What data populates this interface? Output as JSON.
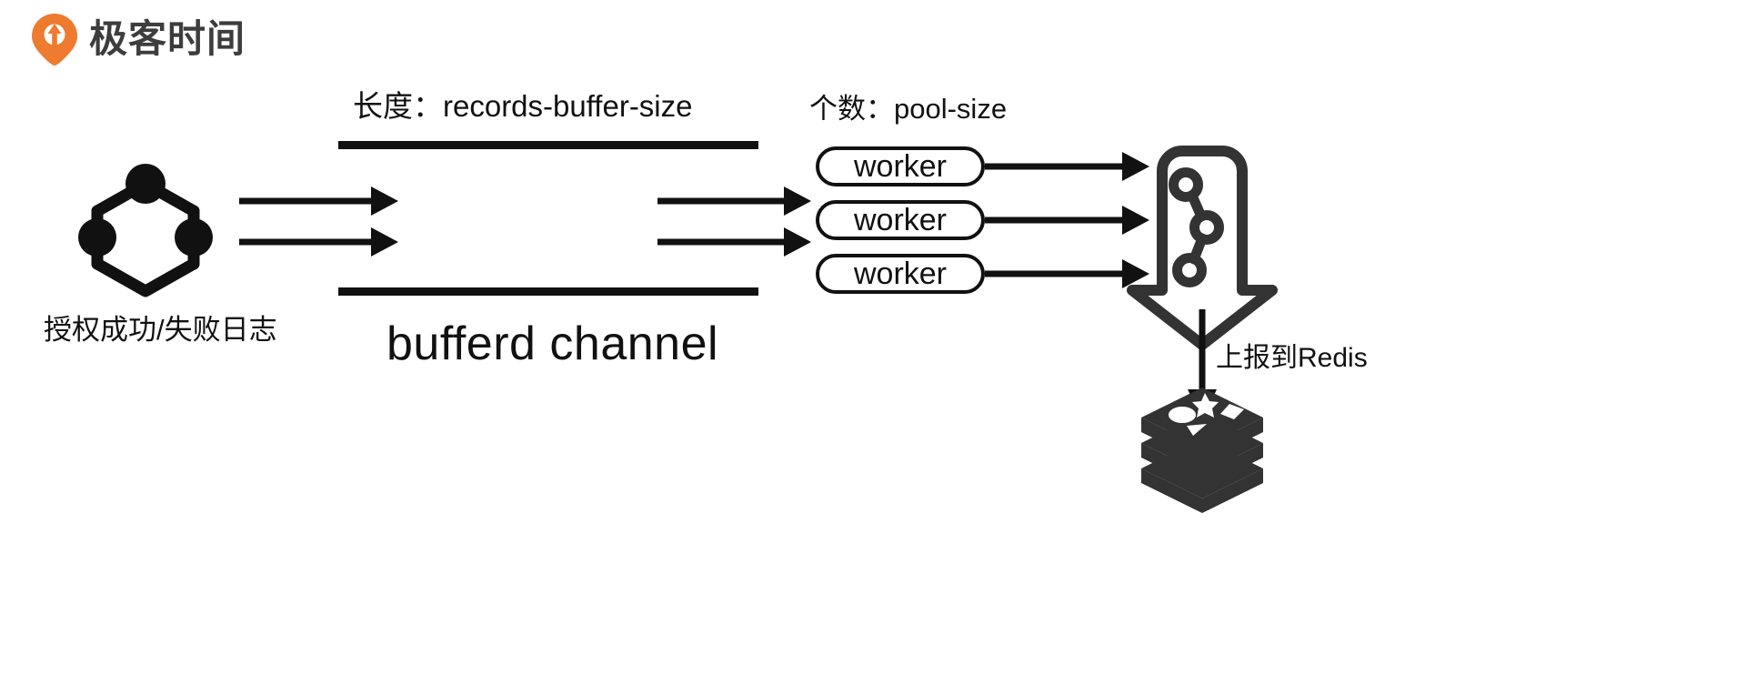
{
  "brand": {
    "name": "极客时间",
    "logo_icon": "geektime-pin-logo",
    "logo_color": "#ee7b30",
    "text_color": "#3d3d3d"
  },
  "diagram": {
    "title": "bufferd channel worker pool pipeline",
    "background": "#ffffff",
    "stroke_color": "#111111",
    "labels": {
      "buffer_length": "长度：records-buffer-size",
      "pool_size": "个数：pool-size",
      "source": "授权成功/失败日志",
      "channel": "bufferd channel",
      "report": "上报到Redis"
    },
    "source_icon": "network-nodes-icon",
    "sink_icon": "funnel-aggregator-icon",
    "database_icon": "redis-logo-icon",
    "workers": [
      {
        "label": "worker"
      },
      {
        "label": "worker"
      },
      {
        "label": "worker"
      }
    ],
    "channel_bars": 2,
    "ingress_arrows": 2,
    "egress_arrows": 2,
    "worker_out_arrows": 3
  }
}
